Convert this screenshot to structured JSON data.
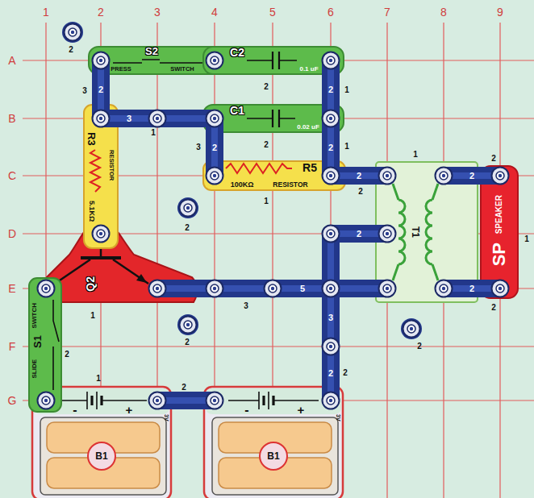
{
  "diagram": {
    "nodes": [
      {
        "text": [
          "S2",
          "PRESS",
          "SWITCH"
        ]
      },
      {
        "text": [
          "C2",
          "0.1 uF"
        ]
      },
      {
        "text": [
          "C1",
          "0.02 uF"
        ]
      },
      {
        "text": [
          "R3",
          "RESISTOR",
          "5.1KΩ"
        ]
      },
      {
        "text": [
          "R5",
          "100KΩ",
          "RESISTOR"
        ]
      },
      {
        "text": [
          "T1"
        ]
      },
      {
        "text": [
          "SP",
          "SPEAKER"
        ]
      },
      {
        "text": [
          "Q2"
        ]
      },
      {
        "text": [
          "SLIDE",
          "S1",
          "SWITCH"
        ]
      },
      {
        "text": [
          "-",
          "+",
          "3V",
          "B1"
        ]
      },
      {
        "text": [
          "-",
          "+",
          "3V",
          "B1"
        ]
      }
    ],
    "labels": [
      "1",
      "2",
      "3",
      "4",
      "5",
      "6",
      "7",
      "8",
      "9",
      "A",
      "B",
      "C",
      "D",
      "E",
      "F",
      "G",
      "2",
      "3",
      "2",
      "3",
      "1",
      "2",
      "2",
      "1",
      "3",
      "2",
      "2",
      "2",
      "1",
      "1",
      "2",
      "2",
      "2",
      "2",
      "1",
      "2",
      "2",
      "1",
      "5",
      "2",
      "3",
      "2",
      "1",
      "3",
      "2",
      "2",
      "2",
      "2",
      "2",
      "1",
      "2"
    ]
  }
}
